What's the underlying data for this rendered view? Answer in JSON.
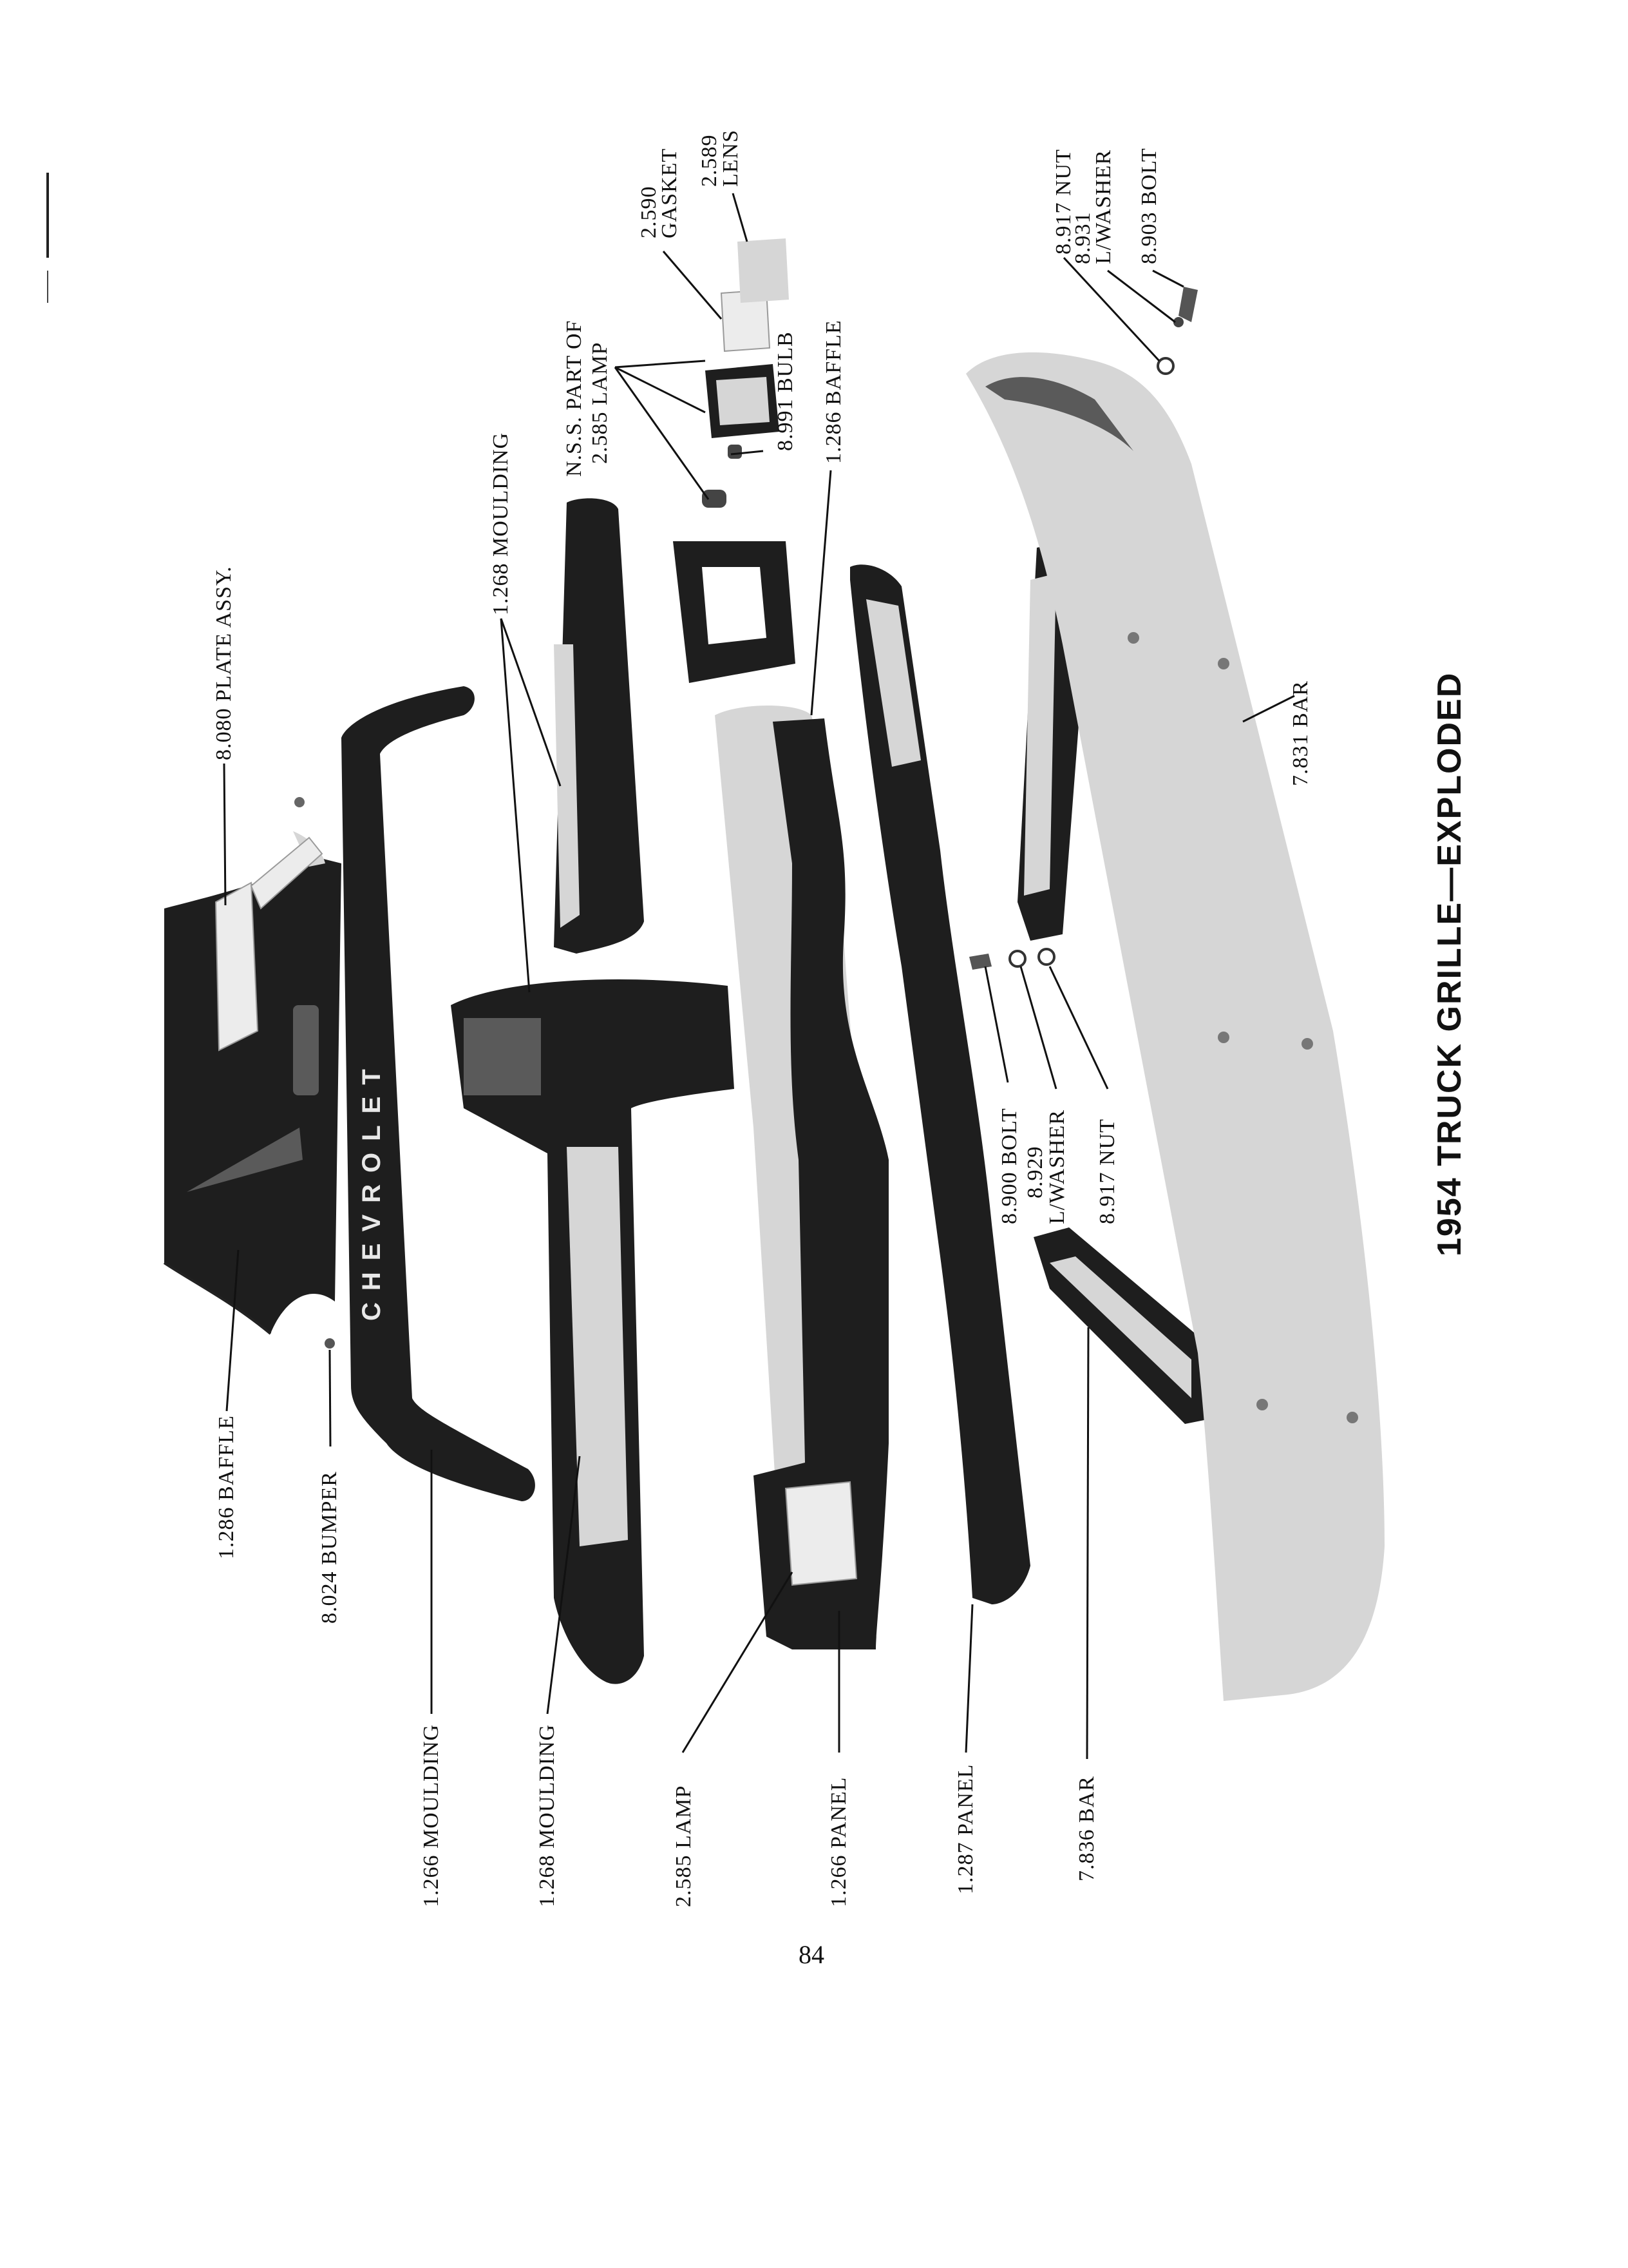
{
  "title": "1954 TRUCK GRILLE—EXPLODED",
  "page_number": "84",
  "badge_text": "CHEVROLET",
  "labels": {
    "plate_assy": "8.080 PLATE ASSY.",
    "moulding_top": "1.268 MOULDING",
    "nss_line1": "N.S.S. PART OF",
    "nss_line2": "2.585 LAMP",
    "gasket_num": "2.590",
    "gasket_name": "GASKET",
    "lens_num": "2.589",
    "lens_name": "LENS",
    "bulb": "8.991 BULB",
    "baffle_right": "1.286 BAFFLE",
    "nut_top": "8.917 NUT",
    "washer_top_num": "8.931",
    "washer_top_name": "L/WASHER",
    "bolt_top": "8.903 BOLT",
    "bar_831": "7.831 BAR",
    "bolt_900": "8.900 BOLT",
    "washer_929_num": "8.929",
    "washer_929_name": "L/WASHER",
    "nut_917": "8.917 NUT",
    "baffle_left": "1.286 BAFFLE",
    "bumper": "8.024 BUMPER",
    "moulding_266": "1.266 MOULDING",
    "moulding_268": "1.268 MOULDING",
    "lamp": "2.585 LAMP",
    "panel_266": "1.266 PANEL",
    "panel_287": "1.287 PANEL",
    "bar_836": "7.836 BAR"
  }
}
